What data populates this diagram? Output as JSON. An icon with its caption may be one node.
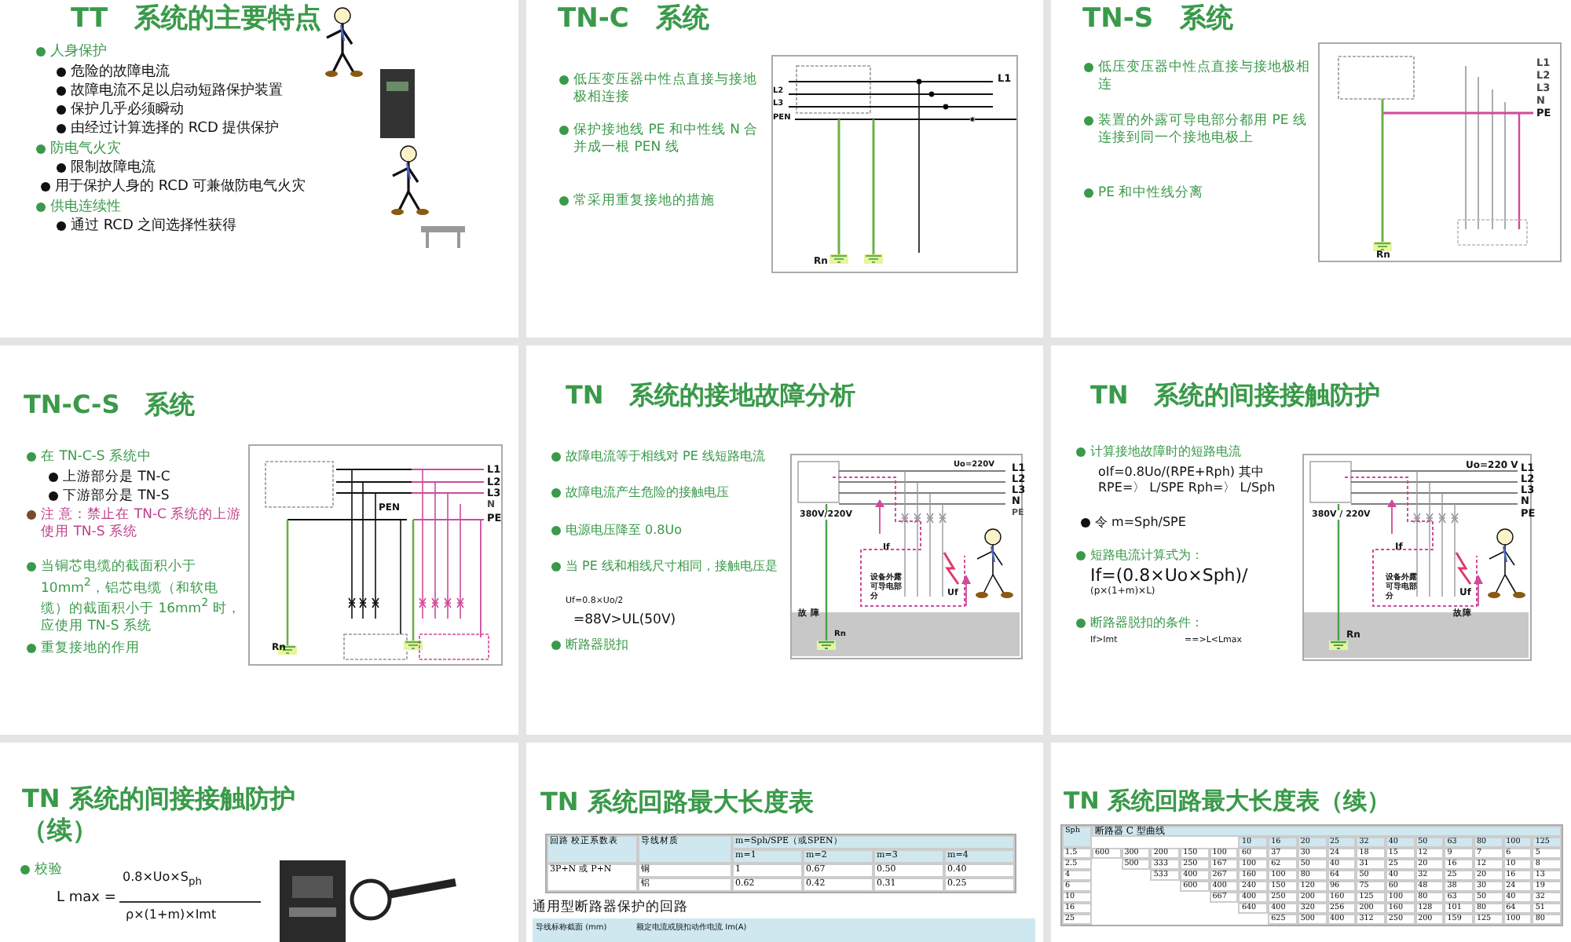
{
  "diagram": {
    "nodes": [
      {
        "text": [
          "TT　系统的主要特点",
          "人身保护",
          "危险的故障电流",
          "故障电流不足以启动短路保护装置",
          "保护几乎必须瞬动",
          "由经过计算选择的 RCD 提供保护",
          "防电气火灾",
          "限制故障电流",
          "用于保护人身的 RCD 可兼做防电气火灾",
          "供电连续性",
          "通过 RCD 之间选择性获得"
        ]
      },
      {
        "text": [
          "TN-C　系统",
          "低压变压器中性点直接与接地极相连接",
          "保护接地线 PE 和中性线 N 合并成一根 PEN 线",
          "常采用重复接地的措施"
        ]
      },
      {
        "text": [
          "L2",
          "L3",
          "PEN",
          "L1",
          "Rn"
        ],
        "in": 1
      },
      {
        "text": [
          "TN-S　系统",
          "低压变压器中性点直接与接地极相连",
          "装置的外露可导电部分都用 PE 线连接到同一个接地电极上",
          "PE 和中性线分离"
        ]
      },
      {
        "text": [
          "L1",
          "L2",
          "L3",
          "N",
          "PE",
          "Rn"
        ],
        "in": 3
      },
      {
        "text": [
          "TN-C-S　系统",
          "在 TN-C-S 系统中",
          "上游部分是 TN-C",
          "下游部分是 TN-S",
          "注 意：禁止在 TN-C 系统的上游使用 TN-S 系统",
          "当铜芯电缆的截面积小于 10mm$^{2}$，铝芯电缆（和软电缆）的截面积小于 16mm$^{2}$ 时，应使用 TN-S 系统",
          "重复接地的作用"
        ]
      },
      {
        "text": [
          "L1",
          "L2",
          "L3",
          "N",
          "PEN",
          "PE",
          "Rn"
        ],
        "in": 5
      },
      {
        "text": [
          "TN　系统的接地故障分析",
          "故障电流等于相线对 PE 线短路电流",
          "故障电流产生危险的接触电压",
          "电源电压降至 0.8Uo",
          "当 PE 线和相线尺寸相同，接触电压是",
          "Uf=0.8×Uo/2",
          "=88V>UL(50V)",
          "断路器脱扣"
        ]
      },
      {
        "text": [
          "Uo=220V",
          "L1",
          "L2",
          "L3",
          "N",
          "PE",
          "380V/220V",
          "If",
          "设备外露可导电部分",
          "Uf",
          "故 障",
          "Rn"
        ],
        "in": 7
      },
      {
        "text": [
          "TN　系统的间接接触防护",
          "计算接地故障时的短路电流",
          "oIf=0.8Uo/(RPE+Rph) 其中 RPE=〉 L/SPE Rph=〉 L/Sph",
          "令 m=Sph/SPE",
          "短路电流计算式为：",
          "If=(0.8×Uo×Sph)/",
          "(p×(1+m)×L)",
          "断路器脱扣的条件：",
          "If>Imt",
          "==>L<Lmax"
        ]
      },
      {
        "text": [
          "Uo=220 V",
          "L1",
          "L2",
          "L3",
          "N",
          "PE",
          "380V / 220V",
          "If",
          "设备外露可导电部分",
          "Uf",
          "故障",
          "Rn"
        ],
        "in": 9
      },
      {
        "text": [
          "TN 系统的间接接触防护（续）",
          "校验",
          "L max =",
          "0.8×Uo×S$_{ph}$",
          "ρ×(1+m)×Imt"
        ]
      },
      {
        "text": [
          "TN 系统回路最大长度表",
          "通用型断路器保护的回路",
          "导线标称截面 (mm)",
          "额定电流或脱扣动作电流 Im(A)"
        ]
      },
      {
        "text": [
          "回路 校正系数表",
          "导线材质",
          "m=Sph/SPE（或SPEN）",
          "m=1",
          "m=2",
          "m=3",
          "m=4",
          "3P+N 或 P+N",
          "铜",
          "1",
          "0.67",
          "0.50",
          "0.40",
          "铝",
          "0.62",
          "0.42",
          "0.31",
          "0.25"
        ],
        "in": 12
      },
      {
        "text": [
          "TN 系统回路最大长度表（续）"
        ]
      },
      {
        "text": [
          "Sph",
          "断路器 C 型曲线",
          "10",
          "16",
          "20",
          "25",
          "32",
          "40",
          "50",
          "63",
          "80",
          "100",
          "125",
          "1.5",
          "600",
          "300",
          "200",
          "150",
          "100",
          "60",
          "37",
          "30",
          "24",
          "18",
          "15",
          "12",
          "9",
          "7",
          "6",
          "5",
          "2.5",
          "500",
          "333",
          "250",
          "167",
          "100",
          "62",
          "50",
          "40",
          "31",
          "25",
          "20",
          "16",
          "12",
          "10",
          "8",
          "4",
          "533",
          "400",
          "267",
          "160",
          "100",
          "80",
          "64",
          "50",
          "40",
          "32",
          "25",
          "20",
          "16",
          "13",
          "6",
          "600",
          "400",
          "240",
          "150",
          "120",
          "96",
          "75",
          "60",
          "48",
          "38",
          "30",
          "24",
          "19",
          "10",
          "667",
          "400",
          "250",
          "200",
          "160",
          "125",
          "100",
          "80",
          "63",
          "50",
          "40",
          "32",
          "16",
          "640",
          "400",
          "320",
          "256",
          "200",
          "160",
          "128",
          "101",
          "80",
          "64",
          "51",
          "25",
          "625",
          "500",
          "400",
          "312",
          "250",
          "200",
          "159",
          "125",
          "100",
          "80"
        ],
        "in": 14
      }
    ]
  }
}
